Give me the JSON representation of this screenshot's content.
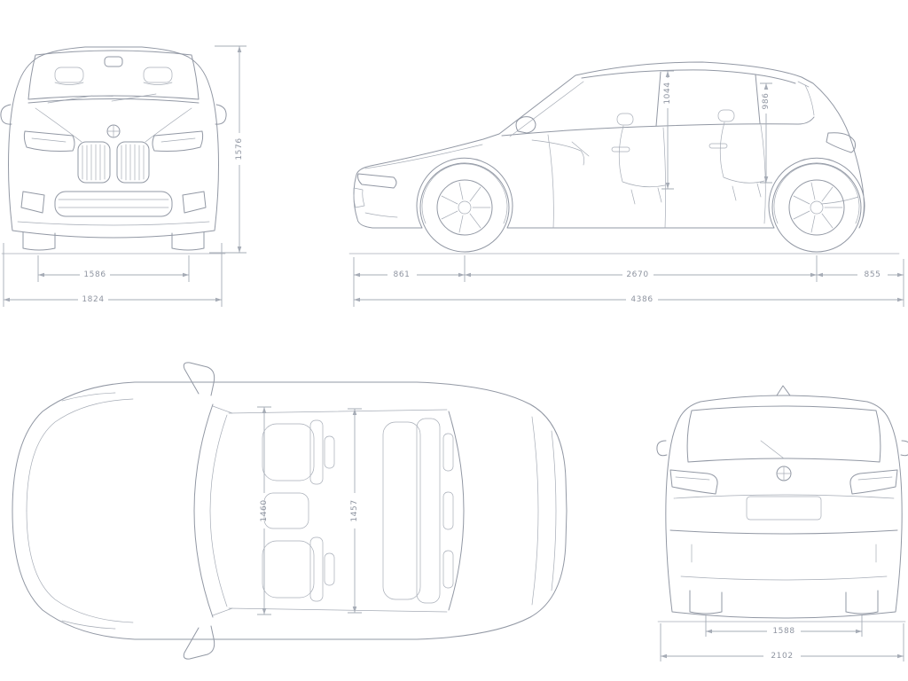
{
  "colors": {
    "background": "#ffffff",
    "body_line": "#9298a4",
    "dimension_line": "#a6acb6",
    "label_text": "#8f95a1"
  },
  "icons": {
    "front_logo": "bmw-roundel",
    "rear_logo": "bmw-roundel"
  },
  "views": {
    "front": {
      "name": "front-view",
      "dims": {
        "height": "1576",
        "track_front": "1586",
        "width": "1824"
      }
    },
    "side": {
      "name": "side-view",
      "dims": {
        "headroom_front": "1044",
        "headroom_rear": "986",
        "overhang_front": "861",
        "wheelbase": "2670",
        "overhang_rear": "855",
        "length": "4386"
      }
    },
    "top": {
      "name": "top-view",
      "dims": {
        "interior_width_front": "1460",
        "interior_width_rear": "1457"
      }
    },
    "rear": {
      "name": "rear-view",
      "dims": {
        "track_rear": "1588",
        "width_overall": "2102"
      }
    }
  }
}
